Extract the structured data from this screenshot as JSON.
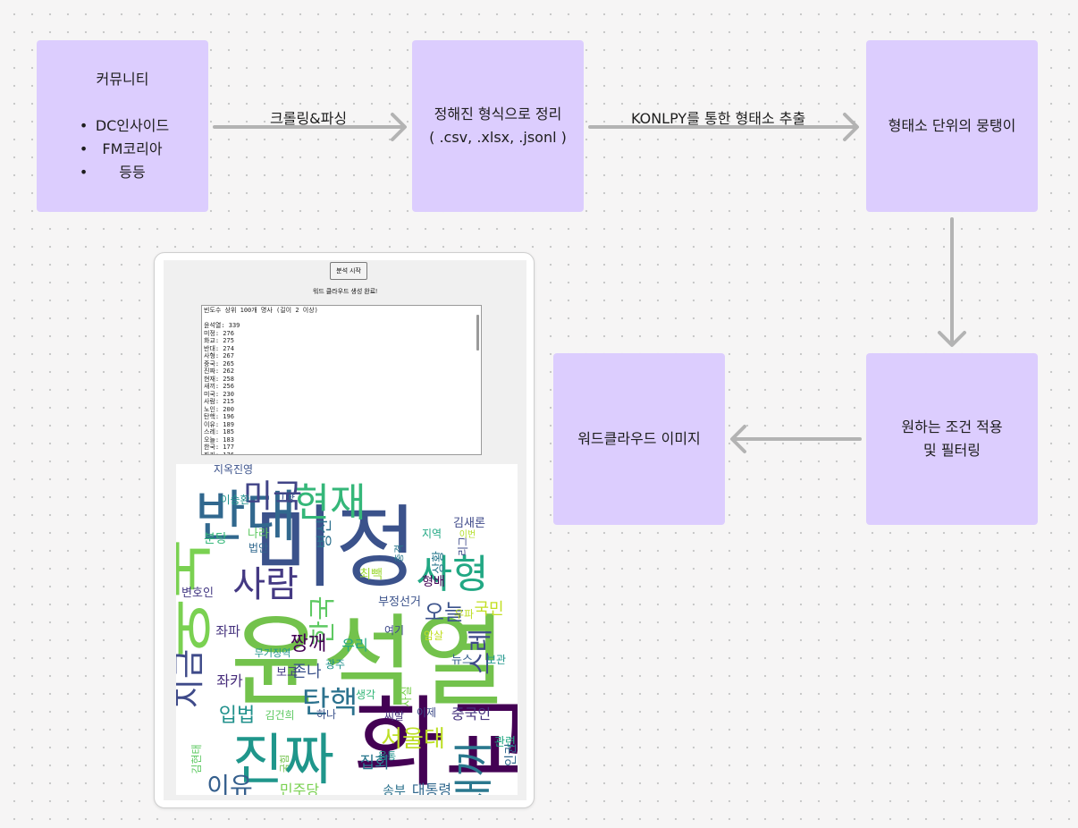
{
  "nodes": {
    "community": {
      "title": "커뮤니티",
      "items": [
        "DC인사이드",
        "FM코리아",
        "등등"
      ]
    },
    "organize": {
      "line1": "정해진 형식으로 정리",
      "line2": "( .csv, .xlsx, .jsonl )"
    },
    "morph": {
      "label": "형태소 단위의 뭉탱이"
    },
    "filter": {
      "line1": "원하는 조건 적용",
      "line2": "및 필터링"
    },
    "wordcloud_node": {
      "label": "워드클라우드 이미지"
    }
  },
  "edges": {
    "crawl": "크롤링&파싱",
    "konlpy": "KONLPY를 통한 형태소 추출"
  },
  "screenshot": {
    "button_label": "분석 시작",
    "status": "워드 클라우드 생성 완료!",
    "header": "빈도수 상위 100개 명사 (길이 2 이상)",
    "results": [
      "윤석열: 339",
      "미정: 276",
      "화교: 275",
      "반대: 274",
      "사형: 267",
      "중국: 265",
      "진짜: 262",
      "현재: 258",
      "새끼: 256",
      "미국: 230",
      "사람: 215",
      "노인: 200",
      "탄핵: 196",
      "이유: 189",
      "스레: 185",
      "오늘: 183",
      "한국: 177",
      "좌카: 176"
    ],
    "words": [
      {
        "t": "윤석열",
        "c": "#73c24c"
      },
      {
        "t": "미정",
        "c": "#3b528b"
      },
      {
        "t": "화교",
        "c": "#440154"
      },
      {
        "t": "반대",
        "c": "#31688e"
      },
      {
        "t": "중국",
        "c": "#7ad151"
      },
      {
        "t": "사형",
        "c": "#22a884"
      },
      {
        "t": "진짜",
        "c": "#1f968b"
      },
      {
        "t": "현재",
        "c": "#35b779"
      },
      {
        "t": "미국",
        "c": "#414487"
      },
      {
        "t": "새끼",
        "c": "#2a788e"
      },
      {
        "t": "사람",
        "c": "#443983"
      },
      {
        "t": "지금",
        "c": "#3e4a89"
      },
      {
        "t": "탄핵",
        "c": "#2c728e"
      },
      {
        "t": "서울대",
        "c": "#bddf26"
      },
      {
        "t": "이유",
        "c": "#355f8d"
      },
      {
        "t": "한국",
        "c": "#5ec962"
      },
      {
        "t": "오늘",
        "c": "#3b528b"
      },
      {
        "t": "입법",
        "c": "#21918c"
      },
      {
        "t": "스레",
        "c": "#3e4989"
      },
      {
        "t": "국민",
        "c": "#c2df23"
      },
      {
        "t": "짱깨",
        "c": "#440154"
      },
      {
        "t": "병신",
        "c": "#2d708e"
      },
      {
        "t": "좌카",
        "c": "#472d7b"
      },
      {
        "t": "존나",
        "c": "#3b528b"
      },
      {
        "t": "집회",
        "c": "#2a788e"
      },
      {
        "t": "대통령",
        "c": "#31688e"
      },
      {
        "t": "민주당",
        "c": "#7ad151"
      },
      {
        "t": "중국인",
        "c": "#46337e"
      },
      {
        "t": "여기",
        "c": "#3e4a89"
      },
      {
        "t": "우리",
        "c": "#22a884"
      },
      {
        "t": "부정선거",
        "c": "#3b528b"
      },
      {
        "t": "변호인",
        "c": "#443983"
      },
      {
        "t": "분탕",
        "c": "#35b779"
      },
      {
        "t": "나라",
        "c": "#5ec962"
      },
      {
        "t": "법안",
        "c": "#31688e"
      },
      {
        "t": "김새론",
        "c": "#3e4989"
      },
      {
        "t": "좌파",
        "c": "#46337e"
      },
      {
        "t": "이승환",
        "c": "#21918c"
      },
      {
        "t": "그냥",
        "c": "#3b528b"
      },
      {
        "t": "형배",
        "c": "#440154"
      },
      {
        "t": "상황",
        "c": "#2a788e"
      },
      {
        "t": "최빽",
        "c": "#a0da39"
      },
      {
        "t": "뉴스",
        "c": "#355f8d"
      },
      {
        "t": "보관",
        "c": "#1f968b"
      },
      {
        "t": "관련",
        "c": "#22a884"
      },
      {
        "t": "이제",
        "c": "#3e4a89"
      },
      {
        "t": "보고",
        "c": "#443983"
      },
      {
        "t": "광주",
        "c": "#21918c"
      },
      {
        "t": "생각",
        "c": "#35b779"
      },
      {
        "t": "김건희",
        "c": "#5ec962"
      },
      {
        "t": "하나",
        "c": "#3b528b"
      },
      {
        "t": "씨발",
        "c": "#46337e"
      },
      {
        "t": "인권",
        "c": "#31688e"
      },
      {
        "t": "송부",
        "c": "#2c728e"
      },
      {
        "t": "암살",
        "c": "#c2df23"
      },
      {
        "t": "무기징역",
        "c": "#1f968b"
      },
      {
        "t": "사실",
        "c": "#7ad151"
      },
      {
        "t": "우파",
        "c": "#bddf26"
      },
      {
        "t": "충격",
        "c": "#2a788e"
      },
      {
        "t": "지역",
        "c": "#22a884"
      },
      {
        "t": "리그",
        "c": "#3e4989"
      },
      {
        "t": "국힘",
        "c": "#73c24c"
      },
      {
        "t": "이번",
        "c": "#b5de2b"
      },
      {
        "t": "음통",
        "c": "#21918c"
      },
      {
        "t": "지옥진영",
        "c": "#3b528b"
      },
      {
        "t": "김현태",
        "c": "#5ec962"
      }
    ]
  }
}
